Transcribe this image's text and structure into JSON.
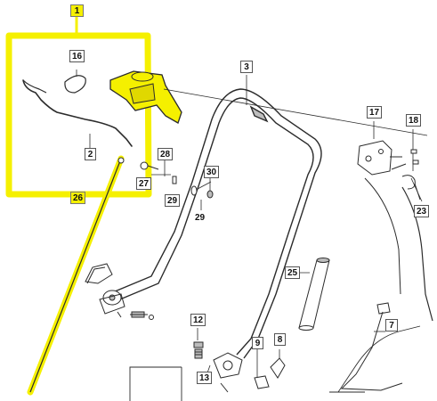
{
  "diagram": {
    "colors": {
      "highlight": "#f5f000",
      "line": "#2b2b2b",
      "part_fill": "#ffffff",
      "part_shade": "#bdbdbd",
      "callout_border": "#555555"
    },
    "callouts": {
      "c1": "1",
      "c16": "16",
      "c2": "2",
      "c26": "26",
      "c3": "3",
      "c17": "17",
      "c18": "18",
      "c23": "23",
      "c28": "28",
      "c27": "27",
      "c29a": "29",
      "c30": "30",
      "c29b": "29",
      "c25": "25",
      "c7": "7",
      "c12": "12",
      "c13": "13",
      "c9": "9",
      "c8": "8"
    },
    "highlighted_parts": [
      "1",
      "16",
      "2",
      "26"
    ]
  }
}
